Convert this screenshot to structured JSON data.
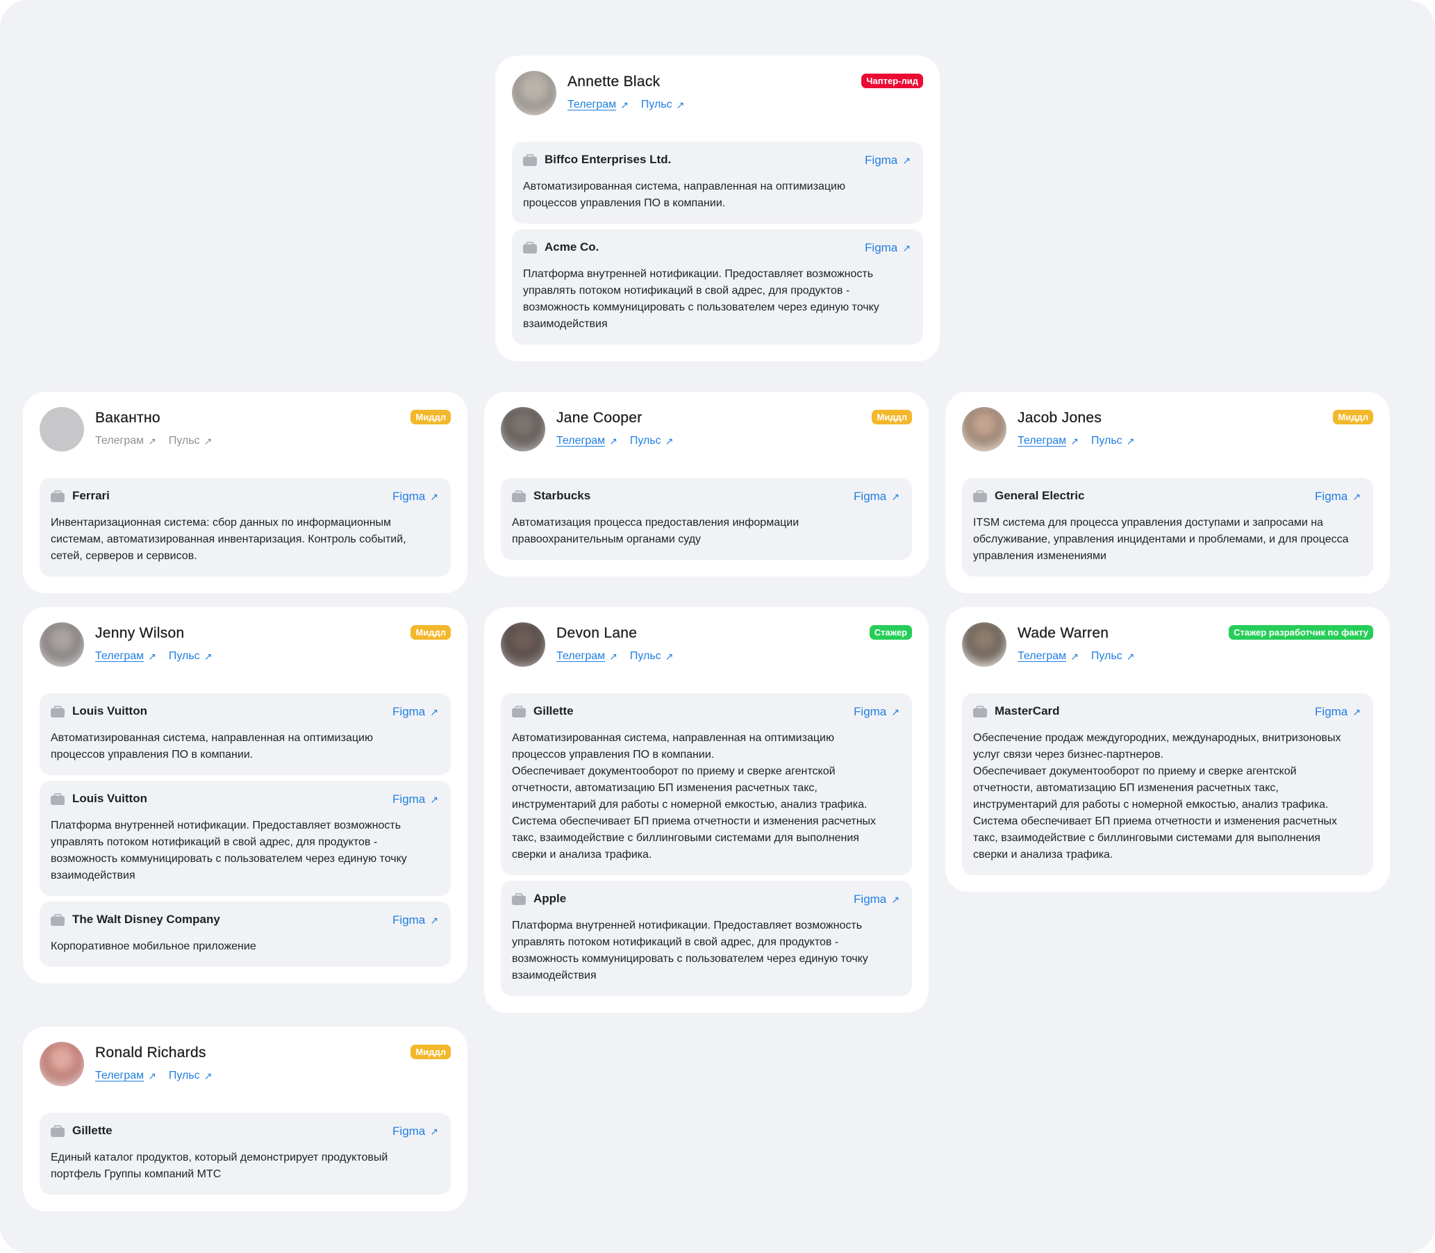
{
  "colors": {
    "page_bg": "#f1f2f6",
    "card_bg": "#ffffff",
    "link": "#1f7ee0",
    "badge_red": "#eb0a33",
    "badge_yellow": "#f3b72b",
    "badge_green": "#26cd58"
  },
  "cards": [
    {
      "name": "Annette Black",
      "badge": "Чаптер-лид",
      "badge_color": "red",
      "links": [
        {
          "label": "Телеграм",
          "icon": "arrow-up-right-icon"
        },
        {
          "label": "Пульс",
          "icon": "arrow-up-right-icon"
        }
      ],
      "projects": [
        {
          "company": "Biffco Enterprises Ltd.",
          "figma": "Figma",
          "desc": "Автоматизированная система, направленная на оптимизацию\nпроцессов управления ПО в компании."
        },
        {
          "company": "Acme Co.",
          "figma": "Figma",
          "desc": "Платформа внутренней нотификации. Предоставляет возможность\nуправлять потоком нотификаций в свой адрес, для продуктов -\nвозможность коммуницировать с пользователем через единую точку\nвзаимодействия"
        }
      ]
    },
    {
      "name": "Вакантно",
      "badge": "Миддл",
      "badge_color": "yellow",
      "links": [
        {
          "label": "Телеграм",
          "icon": "arrow-up-right-icon"
        },
        {
          "label": "Пульс",
          "icon": "arrow-up-right-icon"
        }
      ],
      "projects": [
        {
          "company": "Ferrari",
          "figma": "Figma",
          "desc": "Инвентаризационная система: сбор данных по информационным\nсистемам, автоматизированная инвентаризация. Контроль событий,\nсетей, серверов и сервисов."
        }
      ]
    },
    {
      "name": "Jane Cooper",
      "badge": "Миддл",
      "badge_color": "yellow",
      "links": [
        {
          "label": "Телеграм",
          "icon": "arrow-up-right-icon"
        },
        {
          "label": "Пульс",
          "icon": "arrow-up-right-icon"
        }
      ],
      "projects": [
        {
          "company": "Starbucks",
          "figma": "Figma",
          "desc": "Автоматизация процесса предоставления информации\nправоохранительным органами суду"
        }
      ]
    },
    {
      "name": "Jacob Jones",
      "badge": "Миддл",
      "badge_color": "yellow",
      "links": [
        {
          "label": "Телеграм",
          "icon": "arrow-up-right-icon"
        },
        {
          "label": "Пульс",
          "icon": "arrow-up-right-icon"
        }
      ],
      "projects": [
        {
          "company": "General Electric",
          "figma": "Figma",
          "desc": "ITSM система для процесса управления доступами и запросами на\nобслуживание, управления инцидентами и проблемами, и для процесса\nуправления изменениями"
        }
      ]
    },
    {
      "name": "Jenny Wilson",
      "badge": "Миддл",
      "badge_color": "yellow",
      "links": [
        {
          "label": "Телеграм",
          "icon": "arrow-up-right-icon"
        },
        {
          "label": "Пульс",
          "icon": "arrow-up-right-icon"
        }
      ],
      "projects": [
        {
          "company": "Louis Vuitton",
          "figma": "Figma",
          "desc": "Автоматизированная система, направленная на оптимизацию\nпроцессов управления ПО в компании."
        },
        {
          "company": "Louis Vuitton",
          "figma": "Figma",
          "desc": "Платформа внутренней нотификации. Предоставляет возможность\nуправлять потоком нотификаций в свой адрес, для продуктов -\nвозможность коммуницировать с пользователем через единую точку\nвзаимодействия"
        },
        {
          "company": "The Walt Disney Company",
          "figma": "Figma",
          "desc": "Корпоративное мобильное приложение"
        }
      ]
    },
    {
      "name": "Devon Lane",
      "badge": "Стажер",
      "badge_color": "green",
      "links": [
        {
          "label": "Телеграм",
          "icon": "arrow-up-right-icon"
        },
        {
          "label": "Пульс",
          "icon": "arrow-up-right-icon"
        }
      ],
      "projects": [
        {
          "company": "Gillette",
          "figma": "Figma",
          "desc": "Автоматизированная система, направленная на оптимизацию\nпроцессов управления ПО в компании.\nОбеспечивает документооборот по приему и сверке агентской\nотчетности, автоматизацию БП изменения расчетных такс,\nинструментарий для работы с номерной емкостью, анализ трафика.\nСистема обеспечивает БП приема отчетности и изменения расчетных\nтакс, взаимодействие с биллинговыми системами для выполнения\nсверки и анализа трафика."
        },
        {
          "company": "Apple",
          "figma": "Figma",
          "desc": "Платформа внутренней нотификации. Предоставляет возможность\nуправлять потоком нотификаций в свой адрес, для продуктов -\nвозможность коммуницировать с пользователем через единую точку\nвзаимодействия"
        }
      ]
    },
    {
      "name": "Wade Warren",
      "badge": "Стажер разработчик по факту",
      "badge_color": "green",
      "links": [
        {
          "label": "Телеграм",
          "icon": "arrow-up-right-icon"
        },
        {
          "label": "Пульс",
          "icon": "arrow-up-right-icon"
        }
      ],
      "projects": [
        {
          "company": "MasterCard",
          "figma": "Figma",
          "desc": "Обеспечение продаж междугородних, международных, внитризоновых\nуслуг связи через бизнес-партнеров.\nОбеспечивает документооборот по приему и сверке агентской\nотчетности, автоматизацию БП изменения расчетных такс,\nинструментарий для работы с номерной емкостью, анализ трафика.\nСистема обеспечивает БП приема отчетности и изменения расчетных\nтакс, взаимодействие с биллинговыми системами для выполнения\nсверки и анализа трафика."
        }
      ]
    },
    {
      "name": "Ronald Richards",
      "badge": "Миддл",
      "badge_color": "yellow",
      "links": [
        {
          "label": "Телеграм",
          "icon": "arrow-up-right-icon"
        },
        {
          "label": "Пульс",
          "icon": "arrow-up-right-icon"
        }
      ],
      "projects": [
        {
          "company": "Gillette",
          "figma": "Figma",
          "desc": "Единый каталог продуктов, который демонстрирует продуктовый\nпортфель Группы компаний МТС"
        }
      ]
    }
  ]
}
